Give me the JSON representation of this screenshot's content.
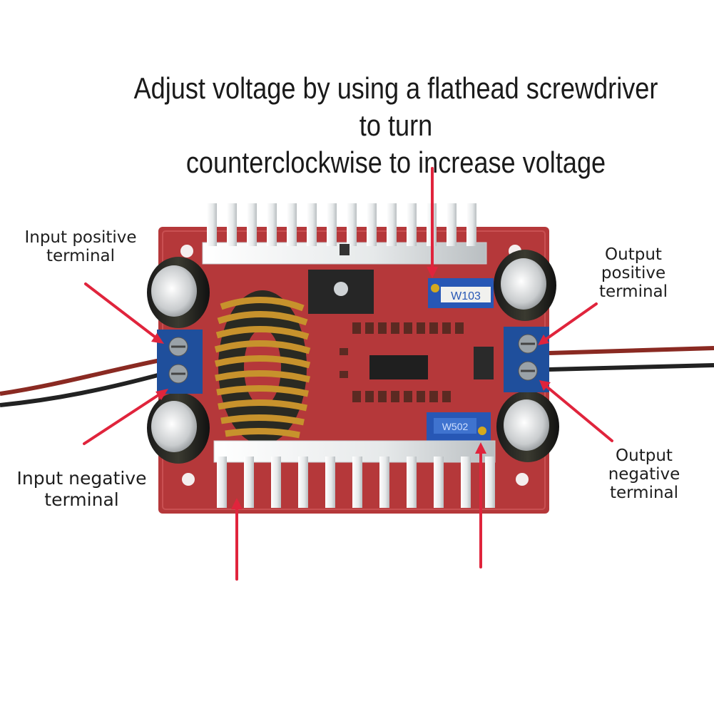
{
  "headline": {
    "line1": "Adjust voltage by using a flathead screwdriver to turn",
    "line2": "counterclockwise to increase voltage"
  },
  "labels": {
    "input_positive": [
      "Input positive",
      "terminal"
    ],
    "input_negative": [
      "Input negative",
      "terminal"
    ],
    "output_positive": [
      "Output",
      "positive",
      "terminal"
    ],
    "output_negative": [
      "Output",
      "negative",
      "terminal"
    ]
  },
  "components": {
    "trimmer_top": "W103",
    "trimmer_bottom": "W502"
  },
  "colors": {
    "pcb": "#b5383a",
    "heatsink": "#eef0f1",
    "arrow": "#e0243c",
    "terminal_block": "#1f4f9c"
  }
}
